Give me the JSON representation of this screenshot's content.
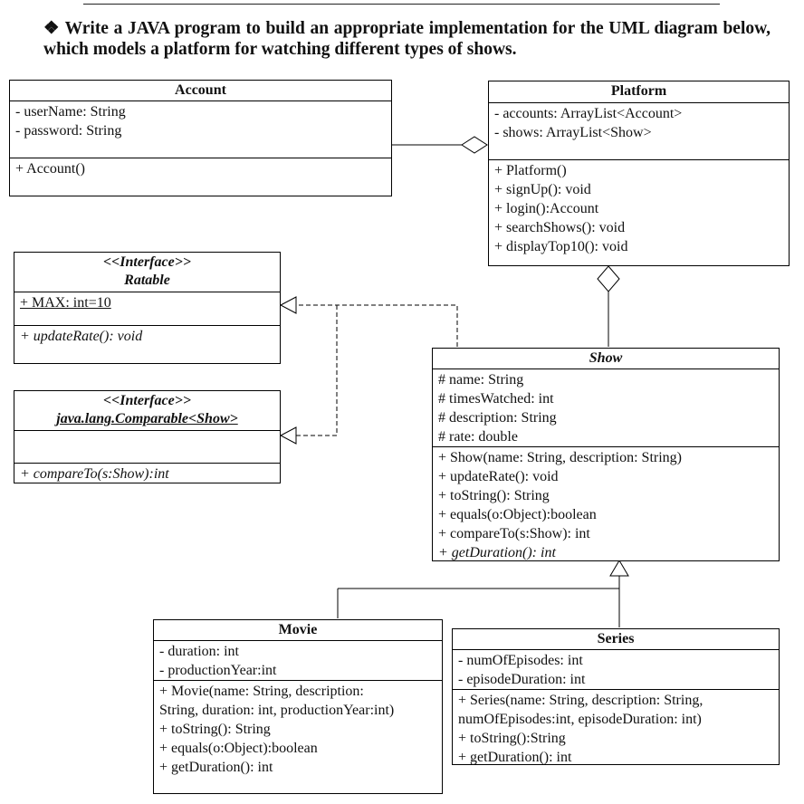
{
  "prompt": {
    "bullet": "❖",
    "text": "Write a JAVA program to build an appropriate implementation for the UML diagram below, which models a platform for watching different types of shows."
  },
  "account": {
    "name": "Account",
    "attributes": [
      "- userName: String",
      "- password: String"
    ],
    "methods": [
      "+ Account()"
    ]
  },
  "platform": {
    "name": "Platform",
    "attributes": [
      "- accounts: ArrayList<Account>",
      "- shows: ArrayList<Show>"
    ],
    "methods": [
      "+ Platform()",
      "+ signUp(): void",
      "+ login():Account",
      "+ searchShows(): void",
      "+ displayTop10(): void"
    ]
  },
  "ratable": {
    "stereotype": "<<Interface>>",
    "name": "Ratable",
    "attributes": [
      "+ MAX: int=10"
    ],
    "methods": [
      "+ updateRate(): void"
    ]
  },
  "comparable": {
    "stereotype": "<<Interface>>",
    "name": "java.lang.Comparable<Show>",
    "attributes": [],
    "methods": [
      "+ compareTo(s:Show):int"
    ]
  },
  "show": {
    "name": "Show",
    "attributes": [
      "# name: String",
      "# timesWatched: int",
      "# description: String",
      "# rate: double"
    ],
    "methods": [
      "+ Show(name: String, description: String)",
      "+ updateRate(): void",
      "+ toString(): String",
      "+ equals(o:Object):boolean",
      "+ compareTo(s:Show): int",
      "+ getDuration(): int"
    ]
  },
  "movie": {
    "name": "Movie",
    "attributes": [
      "- duration: int",
      "- productionYear:int"
    ],
    "methods": [
      "+ Movie(name: String, description:",
      "String, duration: int, productionYear:int)",
      "+ toString(): String",
      "+ equals(o:Object):boolean",
      "+ getDuration(): int"
    ]
  },
  "series": {
    "name": "Series",
    "attributes": [
      "- numOfEpisodes: int",
      "- episodeDuration: int"
    ],
    "methods": [
      "+ Series(name: String, description: String,",
      "numOfEpisodes:int, episodeDuration: int)",
      "+ toString():String",
      "+ getDuration(): int"
    ]
  }
}
